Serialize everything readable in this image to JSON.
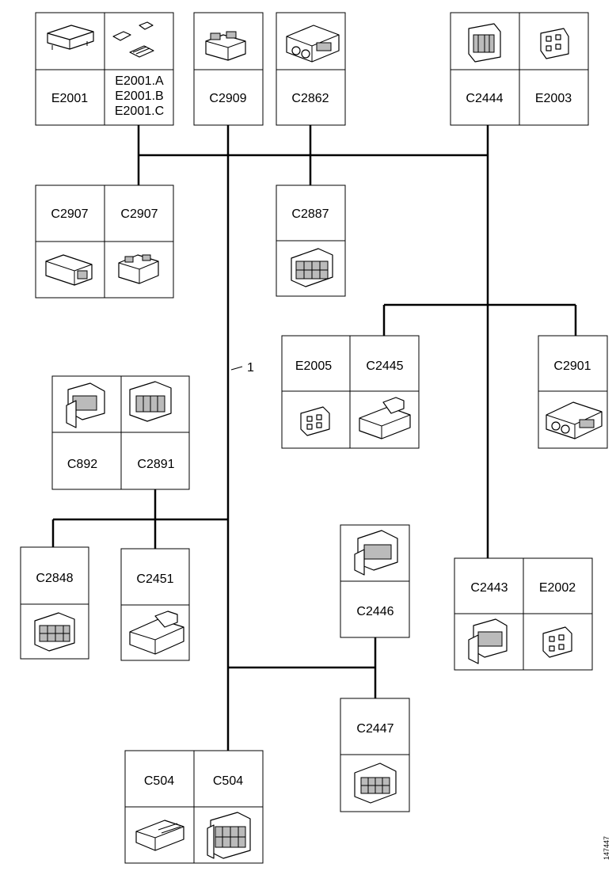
{
  "connectors": {
    "e2001": "E2001",
    "e2001_variants": [
      "E2001.A",
      "E2001.B",
      "E2001.C"
    ],
    "c2909": "C2909",
    "c2862": "C2862",
    "c2444": "C2444",
    "e2003": "E2003",
    "c2907_a": "C2907",
    "c2907_b": "C2907",
    "c2887": "C2887",
    "e2005": "E2005",
    "c2445": "C2445",
    "c2901": "C2901",
    "c892": "C892",
    "c2891": "C2891",
    "c2848": "C2848",
    "c2451": "C2451",
    "c2446": "C2446",
    "c2443": "C2443",
    "e2002": "E2002",
    "c2447": "C2447",
    "c504_a": "C504",
    "c504_b": "C504"
  },
  "harness_callout": "1",
  "figure_ref": "147447",
  "icons": [
    "connector-housing-icon",
    "terminal-clip-icon",
    "multi-pin-connector-icon",
    "socket-icon"
  ]
}
